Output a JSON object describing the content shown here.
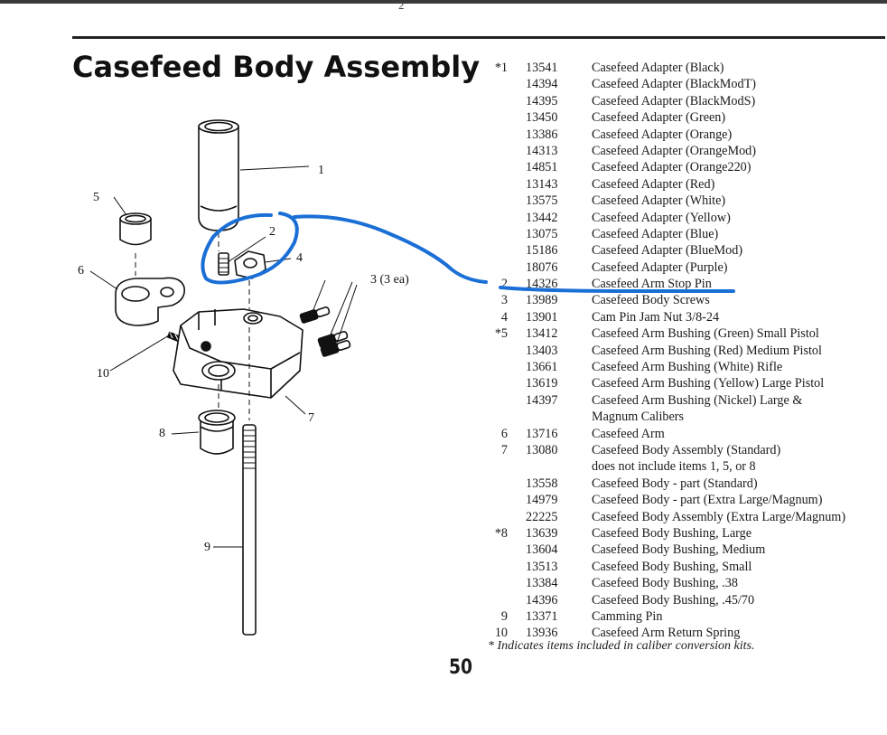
{
  "header": {
    "top_number": "2"
  },
  "title": "Casefeed Body Assembly",
  "diagram_labels": {
    "l1": "1",
    "l2": "2",
    "l3": "3 (3 ea)",
    "l4": "4",
    "l5": "5",
    "l6": "6",
    "l7": "7",
    "l8": "8",
    "l9": "9",
    "l10": "10"
  },
  "parts": [
    {
      "item": "*1",
      "part": "13541",
      "desc": "Casefeed Adapter (Black)"
    },
    {
      "item": "",
      "part": "14394",
      "desc": "Casefeed Adapter (BlackModT)"
    },
    {
      "item": "",
      "part": "14395",
      "desc": "Casefeed Adapter (BlackModS)"
    },
    {
      "item": "",
      "part": "13450",
      "desc": "Casefeed Adapter (Green)"
    },
    {
      "item": "",
      "part": "13386",
      "desc": "Casefeed Adapter (Orange)"
    },
    {
      "item": "",
      "part": "14313",
      "desc": "Casefeed Adapter (OrangeMod)"
    },
    {
      "item": "",
      "part": "14851",
      "desc": "Casefeed Adapter (Orange220)"
    },
    {
      "item": "",
      "part": "13143",
      "desc": "Casefeed Adapter (Red)"
    },
    {
      "item": "",
      "part": "13575",
      "desc": "Casefeed Adapter (White)"
    },
    {
      "item": "",
      "part": "13442",
      "desc": "Casefeed Adapter (Yellow)"
    },
    {
      "item": "",
      "part": "13075",
      "desc": "Casefeed Adapter (Blue)"
    },
    {
      "item": "",
      "part": "15186",
      "desc": "Casefeed Adapter (BlueMod)"
    },
    {
      "item": "",
      "part": "18076",
      "desc": "Casefeed Adapter (Purple)"
    },
    {
      "item": "2",
      "part": "14326",
      "desc": "Casefeed Arm Stop Pin"
    },
    {
      "item": "3",
      "part": "13989",
      "desc": "Casefeed Body Screws"
    },
    {
      "item": "4",
      "part": "13901",
      "desc": "Cam Pin Jam Nut 3/8-24"
    },
    {
      "item": "*5",
      "part": "13412",
      "desc": "Casefeed Arm Bushing (Green) Small Pistol"
    },
    {
      "item": "",
      "part": "13403",
      "desc": "Casefeed Arm Bushing (Red) Medium Pistol"
    },
    {
      "item": "",
      "part": "13661",
      "desc": "Casefeed Arm Bushing (White) Rifle"
    },
    {
      "item": "",
      "part": "13619",
      "desc": "Casefeed Arm Bushing (Yellow) Large Pistol"
    },
    {
      "item": "",
      "part": "14397",
      "desc": "Casefeed Arm Bushing (Nickel) Large &"
    },
    {
      "item": "",
      "part": "",
      "desc": "Magnum Calibers"
    },
    {
      "item": "6",
      "part": "13716",
      "desc": "Casefeed Arm"
    },
    {
      "item": "7",
      "part": "13080",
      "desc": "Casefeed Body Assembly (Standard)"
    },
    {
      "item": "",
      "part": "",
      "desc": "does not include items 1, 5, or 8"
    },
    {
      "item": "",
      "part": "13558",
      "desc": "Casefeed Body - part (Standard)"
    },
    {
      "item": "",
      "part": "14979",
      "desc": "Casefeed Body - part (Extra Large/Magnum)"
    },
    {
      "item": "",
      "part": "22225",
      "desc": "Casefeed Body Assembly (Extra Large/Magnum)"
    },
    {
      "item": "*8",
      "part": "13639",
      "desc": "Casefeed Body Bushing, Large"
    },
    {
      "item": "",
      "part": "13604",
      "desc": "Casefeed Body Bushing, Medium"
    },
    {
      "item": "",
      "part": "13513",
      "desc": "Casefeed Body Bushing, Small"
    },
    {
      "item": "",
      "part": "13384",
      "desc": "Casefeed Body Bushing, .38"
    },
    {
      "item": "",
      "part": "14396",
      "desc": "Casefeed Body Bushing, .45/70"
    },
    {
      "item": "9",
      "part": "13371",
      "desc": "Camming Pin"
    },
    {
      "item": "10",
      "part": "13936",
      "desc": "Casefeed Arm Return Spring"
    }
  ],
  "footnote": "* Indicates items included in caliber conversion kits.",
  "page_number": "50",
  "annotation": {
    "color": "#1a6fd6"
  }
}
